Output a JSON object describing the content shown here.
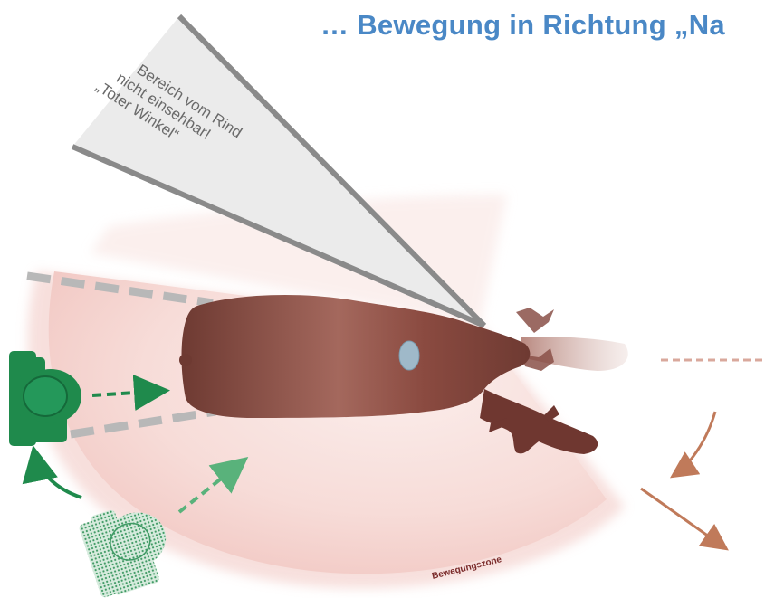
{
  "title": "… Bewegung in Richtung „Na",
  "blind_spot": {
    "line1": "Bereich vom Rind",
    "line2": "nicht einsehbar!",
    "line3": "„Toter Winkel“"
  },
  "zone_label": "Bewegungszone",
  "colors": {
    "title": "#4a88c6",
    "handler": "#1f8a4c",
    "cow": "#7a3f35",
    "zone": "#f6d9d6",
    "blind_spot": "#eaeaea",
    "arrow_right": "#c07a5a"
  },
  "icons": {
    "handler_current": "handler-topview-icon",
    "handler_previous": "handler-topview-hatched-icon",
    "cow": "cow-topview-icon"
  }
}
